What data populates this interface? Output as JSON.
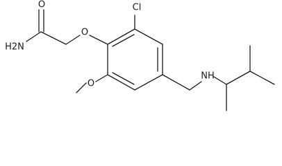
{
  "structure": {
    "atoms": {
      "amide_n": "H2N",
      "carbonyl_o": "O",
      "ether_o": "O",
      "chlorine": "Cl",
      "methoxy_o": "O",
      "amine_n": "NH"
    }
  },
  "colors": {
    "bond": "#1a1a1a",
    "text": "#1a1a1a",
    "background": "#ffffff"
  }
}
